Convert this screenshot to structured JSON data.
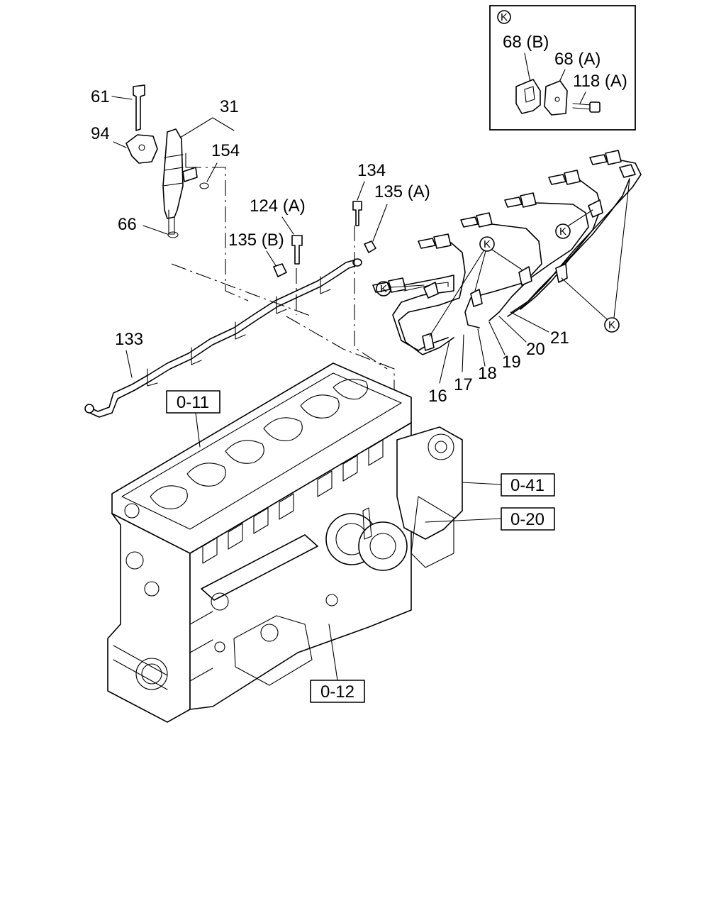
{
  "inset": {
    "marker": "K",
    "labels": {
      "clip_b": "68 (B)",
      "clip_a": "68 (A)",
      "bolt": "118 (A)"
    }
  },
  "callouts": {
    "p61": "61",
    "p94": "94",
    "p31": "31",
    "p154": "154",
    "p66": "66",
    "p134": "134",
    "p135a": "135 (A)",
    "p124a": "124 (A)",
    "p135b": "135 (B)",
    "p133": "133",
    "p16": "16",
    "p17": "17",
    "p18": "18",
    "p19": "19",
    "p20": "20",
    "p21": "21"
  },
  "k_markers": [
    "K",
    "K",
    "K",
    "K"
  ],
  "refs": {
    "r011": "0-11",
    "r041": "0-41",
    "r020": "0-20",
    "r012": "0-12"
  }
}
